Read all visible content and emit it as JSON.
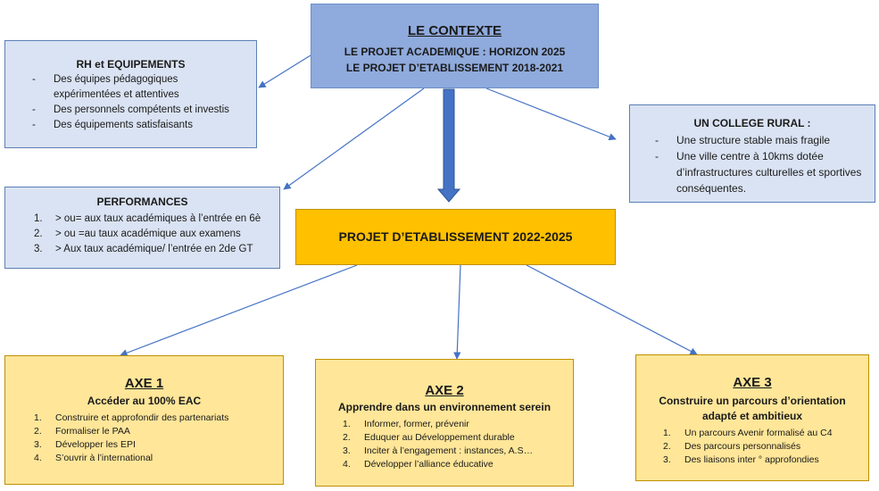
{
  "contexte": {
    "title": "LE CONTEXTE",
    "line1": "LE PROJET ACADEMIQUE : HORIZON 2025",
    "line2": "LE PROJET D’ETABLISSEMENT 2018-2021"
  },
  "rh": {
    "title": "RH et EQUIPEMENTS",
    "items": [
      "Des équipes pédagogiques expérimentées et attentives",
      "Des personnels compétents et investis",
      "Des équipements satisfaisants"
    ]
  },
  "college": {
    "title": "UN COLLEGE RURAL :",
    "items": [
      "Une structure stable mais fragile",
      "Une ville centre à 10kms dotée d’infrastructures culturelles et sportives conséquentes."
    ]
  },
  "performances": {
    "title": "PERFORMANCES",
    "items": [
      "> ou= aux taux académiques à l’entrée en 6è",
      "> ou =au taux académique aux examens",
      "> Aux taux académique/ l’entrée en 2de GT"
    ]
  },
  "projet": {
    "title": "PROJET D’ETABLISSEMENT 2022-2025"
  },
  "axe1": {
    "title": "AXE 1",
    "subtitle": "Accéder au 100% EAC",
    "items": [
      "Construire et approfondir des partenariats",
      "Formaliser le PAA",
      "Développer les EPI",
      "S’ouvrir à l’international"
    ]
  },
  "axe2": {
    "title": "AXE 2",
    "subtitle": "Apprendre dans un environnement serein",
    "items": [
      "Informer, former, prévenir",
      "Eduquer au Développement durable",
      "Inciter à l’engagement : instances, A.S…",
      "Développer l’alliance éducative"
    ]
  },
  "axe3": {
    "title": "AXE 3",
    "subtitle": "Construire un parcours d’orientation adapté et ambitieux",
    "items": [
      "Un parcours Avenir formalisé au C4",
      "Des parcours personnalisés",
      "Des liaisons inter ° approfondies"
    ]
  },
  "colors": {
    "arrow": "#4472c4",
    "context_fill": "#8faadc",
    "light_fill": "#dae3f3",
    "projet_fill": "#ffc000",
    "axe_fill": "#ffe699"
  }
}
